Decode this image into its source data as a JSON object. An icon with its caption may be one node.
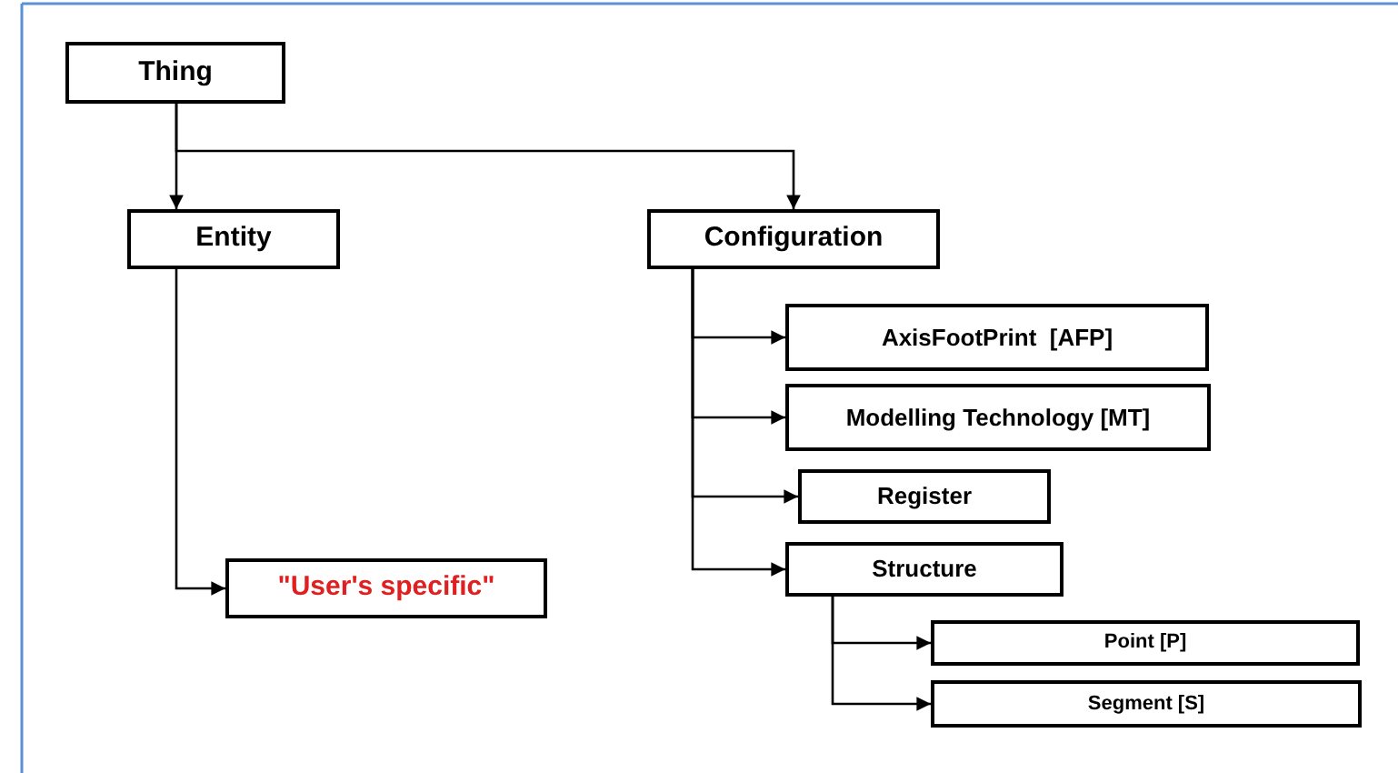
{
  "diagram": {
    "nodes": [
      {
        "text": [
          "Thing"
        ]
      },
      {
        "text": [
          "Entity"
        ]
      },
      {
        "text": [
          "Configuration"
        ]
      },
      {
        "text": [
          "AxisFootPrint  [AFP]"
        ]
      },
      {
        "text": [
          "Modelling Technology [MT]"
        ]
      },
      {
        "text": [
          "Register"
        ]
      },
      {
        "text": [
          "Structure"
        ]
      },
      {
        "text": [
          "Point [P]"
        ]
      },
      {
        "text": [
          "Segment [S]"
        ]
      },
      {
        "text": [
          "\"User's specific\""
        ]
      }
    ],
    "edges": [
      {
        "from": 0,
        "to": 1,
        "arrow": "to"
      },
      {
        "from": 0,
        "to": 2,
        "arrow": "to"
      },
      {
        "from": 1,
        "to": 9,
        "arrow": "to"
      },
      {
        "from": 2,
        "to": 3,
        "arrow": "to"
      },
      {
        "from": 2,
        "to": 4,
        "arrow": "to"
      },
      {
        "from": 2,
        "to": 5,
        "arrow": "to"
      },
      {
        "from": 2,
        "to": 6,
        "arrow": "to"
      },
      {
        "from": 6,
        "to": 7,
        "arrow": "to"
      },
      {
        "from": 6,
        "to": 8,
        "arrow": "to"
      }
    ]
  }
}
